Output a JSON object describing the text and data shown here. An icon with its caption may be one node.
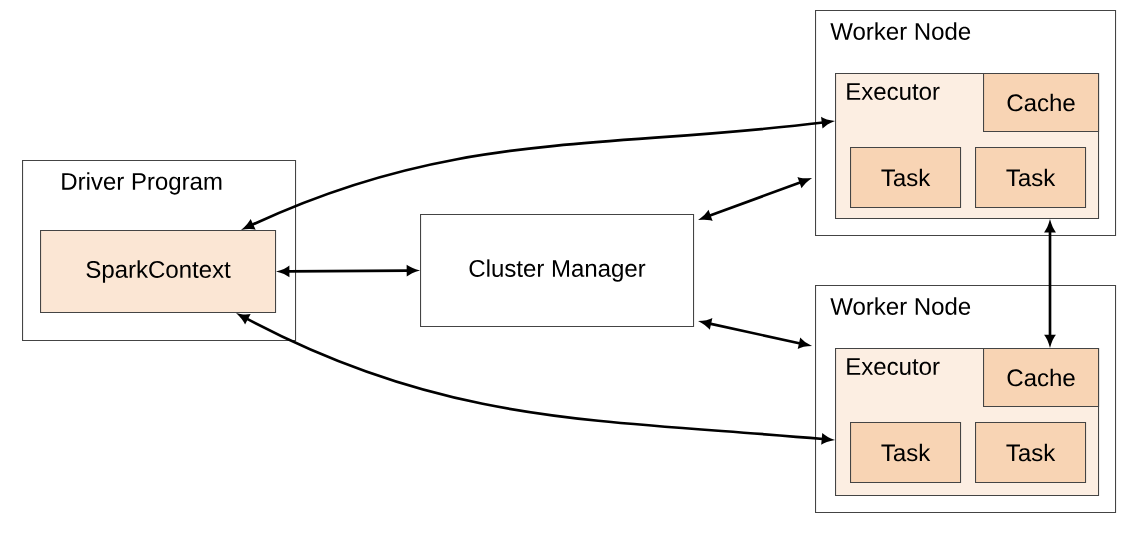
{
  "diagram": {
    "nodes": [
      {
        "text": [
          "Driver Program"
        ]
      },
      {
        "text": [
          "SparkContext"
        ],
        "in": 0
      },
      {
        "text": [
          "Cluster Manager"
        ]
      },
      {
        "text": [
          "Worker Node"
        ]
      },
      {
        "text": [
          "Executor"
        ],
        "in": 3
      },
      {
        "text": [
          "Cache"
        ],
        "in": 4
      },
      {
        "text": [
          "Task"
        ],
        "in": 4
      },
      {
        "text": [
          "Task"
        ],
        "in": 4
      },
      {
        "text": [
          "Worker Node"
        ]
      },
      {
        "text": [
          "Executor"
        ],
        "in": 8
      },
      {
        "text": [
          "Cache"
        ],
        "in": 9
      },
      {
        "text": [
          "Task"
        ],
        "in": 9
      },
      {
        "text": [
          "Task"
        ],
        "in": 9
      }
    ],
    "edges": [
      {
        "from": 1,
        "to": 2,
        "arrow": "both"
      },
      {
        "from": 1,
        "to": 4,
        "arrow": "both"
      },
      {
        "from": 2,
        "to": 3,
        "arrow": "both"
      },
      {
        "from": 2,
        "to": 8,
        "arrow": "both"
      },
      {
        "from": 1,
        "to": 9,
        "arrow": "both"
      },
      {
        "from": 4,
        "to": 10,
        "arrow": "both"
      }
    ]
  }
}
